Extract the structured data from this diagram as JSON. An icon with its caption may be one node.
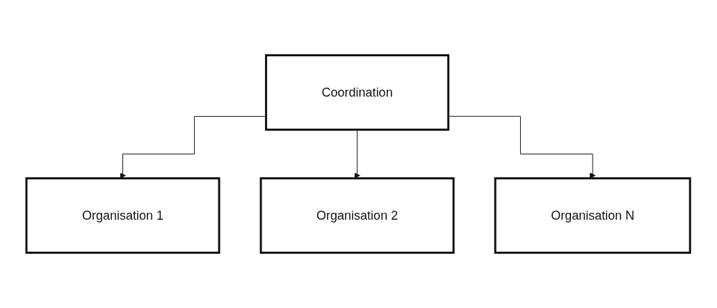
{
  "diagram": {
    "nodes": [
      {
        "text": [
          "Coordination"
        ]
      },
      {
        "text": [
          "Organisation 1"
        ]
      },
      {
        "text": [
          "Organisation 2"
        ]
      },
      {
        "text": [
          "Organisation N"
        ]
      }
    ],
    "edges": [
      {
        "from": 0,
        "to": 1,
        "arrow": "to"
      },
      {
        "from": 0,
        "to": 2,
        "arrow": "to"
      },
      {
        "from": 0,
        "to": 3,
        "arrow": "to"
      }
    ]
  }
}
